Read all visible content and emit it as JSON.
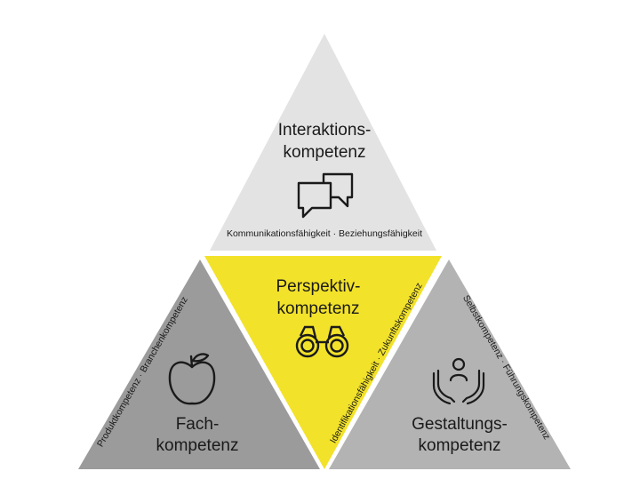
{
  "diagram": {
    "segments": {
      "top": {
        "title_line1": "Interaktions-",
        "title_line2": "kompetenz",
        "subtitle": "Kommunikationsfähigkeit · Beziehungsfähigkeit",
        "icon": "speech-bubbles-icon",
        "color": "#e3e3e3"
      },
      "center": {
        "title_line1": "Perspektiv-",
        "title_line2": "kompetenz",
        "subtitle": "Identifikationsfähigkeit · Zukunftskompetenz",
        "icon": "binoculars-icon",
        "color": "#f2e22a"
      },
      "left": {
        "title_line1": "Fach-",
        "title_line2": "kompetenz",
        "subtitle": "Produktkompetenz · Branchenkompetenz",
        "icon": "apple-icon",
        "color": "#9b9b9b"
      },
      "right": {
        "title_line1": "Gestaltungs-",
        "title_line2": "kompetenz",
        "subtitle": "Selbstkompetenz · Führungskompetenz",
        "icon": "caring-hands-icon",
        "color": "#b3b3b3"
      }
    }
  }
}
